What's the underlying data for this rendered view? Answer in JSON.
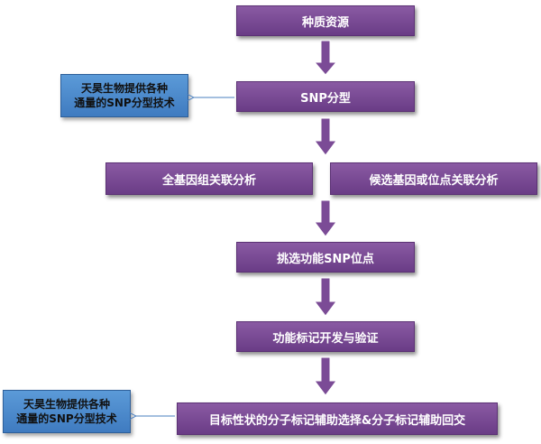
{
  "flow": {
    "step1": "种质资源",
    "step2": "SNP分型",
    "step3a": "全基因组关联分析",
    "step3b": "候选基因或位点关联分析",
    "step4": "挑选功能SNP位点",
    "step5": "功能标记开发与验证",
    "step6": "目标性状的分子标记辅助选择&分子标记辅助回交"
  },
  "notes": {
    "top": {
      "line1": "天昊生物提供各种",
      "line2": "通量的SNP分型技术"
    },
    "bottom": {
      "line1": "天昊生物提供各种",
      "line2": "通量的SNP分型技术"
    }
  },
  "colors": {
    "box_fill": "#7b4b96",
    "note_fill": "#4a88cc",
    "arrow": "#7b4b96",
    "connector": "#4a7fbf"
  }
}
